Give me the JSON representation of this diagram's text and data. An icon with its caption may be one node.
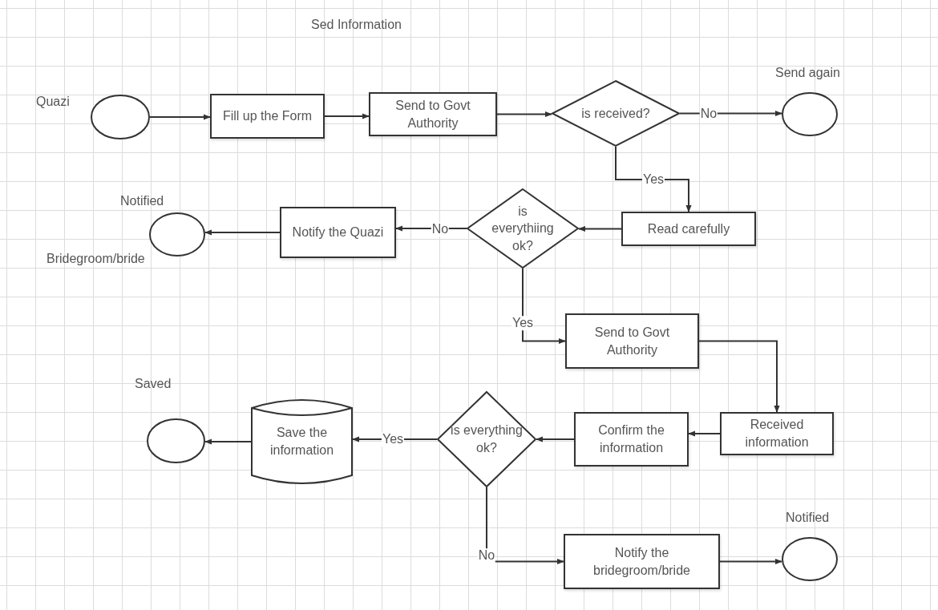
{
  "diagram": {
    "title": "Sed Information",
    "nodes": [
      {
        "text": [],
        "shape": "circle",
        "beside": [
          "Quazi"
        ]
      },
      {
        "text": [
          "Fill up the Form"
        ]
      },
      {
        "text": [
          "Send to Govt Authority"
        ]
      },
      {
        "text": [
          "is received?"
        ]
      },
      {
        "text": [],
        "shape": "circle",
        "beside": [
          "Send again"
        ]
      },
      {
        "text": [],
        "shape": "circle",
        "beside": [
          "Notified",
          "Bridegroom/bride"
        ]
      },
      {
        "text": [
          "Notify the Quazi"
        ]
      },
      {
        "text": [
          "is everythiing ok?"
        ]
      },
      {
        "text": [
          "Read carefully"
        ]
      },
      {
        "text": [
          "Send to Govt Authority"
        ]
      },
      {
        "text": [],
        "shape": "circle",
        "beside": [
          "Saved"
        ]
      },
      {
        "text": [
          "Save the information"
        ]
      },
      {
        "text": [
          "is everything ok?"
        ]
      },
      {
        "text": [
          "Confirm the information"
        ]
      },
      {
        "text": [
          "Received information"
        ]
      },
      {
        "text": [
          "Notify the bridegroom/bride"
        ]
      },
      {
        "text": [],
        "shape": "circle",
        "beside": [
          "Notified"
        ]
      }
    ],
    "edges": [
      {
        "from": 0,
        "to": 1,
        "arrow": "to"
      },
      {
        "from": 1,
        "to": 2,
        "arrow": "to"
      },
      {
        "from": 2,
        "to": 3,
        "arrow": "to"
      },
      {
        "from": 3,
        "to": 4,
        "arrow": "to",
        "label": "No"
      },
      {
        "from": 3,
        "to": 8,
        "arrow": "to",
        "label": "Yes"
      },
      {
        "from": 8,
        "to": 7,
        "arrow": "to"
      },
      {
        "from": 7,
        "to": 6,
        "arrow": "to",
        "label": "No"
      },
      {
        "from": 6,
        "to": 5,
        "arrow": "to"
      },
      {
        "from": 7,
        "to": 9,
        "arrow": "to",
        "label": "Yes"
      },
      {
        "from": 9,
        "to": 14,
        "arrow": "to"
      },
      {
        "from": 14,
        "to": 13,
        "arrow": "to"
      },
      {
        "from": 13,
        "to": 12,
        "arrow": "to"
      },
      {
        "from": 12,
        "to": 11,
        "arrow": "to",
        "label": "Yes"
      },
      {
        "from": 11,
        "to": 10,
        "arrow": "to"
      },
      {
        "from": 12,
        "to": 15,
        "arrow": "to",
        "label": "No"
      },
      {
        "from": 15,
        "to": 16,
        "arrow": "to"
      }
    ]
  }
}
